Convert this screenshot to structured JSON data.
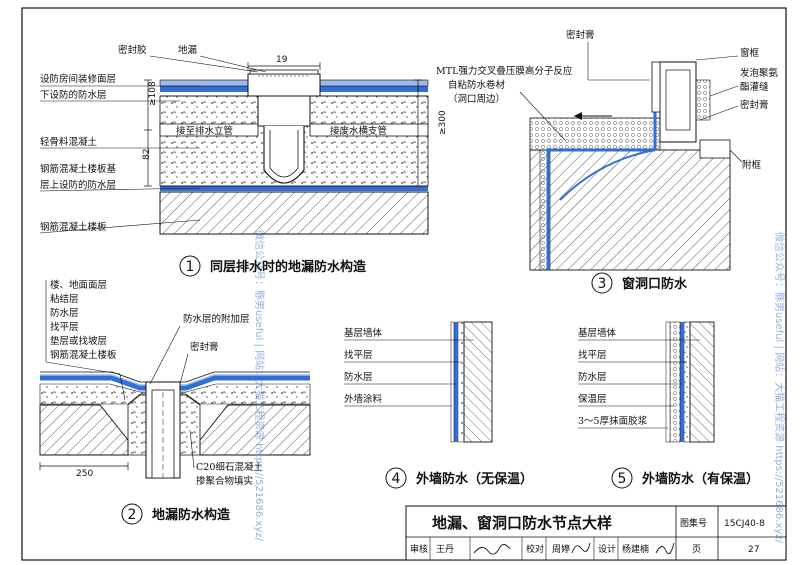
{
  "detail1": {
    "number": "1",
    "caption": "同层排水时的地漏防水构造",
    "labels": {
      "sealant": "密封胶",
      "floor_drain": "地漏",
      "waterproof_above": "设防房间装修面层",
      "waterproof_below": "下设防的防水层",
      "light_concrete": "轻骨料混凝土",
      "rc_slab_base": "钢筋混凝土楼板基",
      "layer_waterproof": "层上设防的防水层",
      "rc_slab": "钢筋混凝土楼板",
      "to_drain": "接至排水立管",
      "to_branch": "接废水横支管"
    },
    "dims": {
      "d19": "19",
      "d108": "≥108",
      "d82": "82",
      "d300": "≥300"
    }
  },
  "detail2": {
    "number": "2",
    "caption": "地漏防水构造",
    "labels": {
      "l1": "楼、地面面层",
      "l2": "粘结层",
      "l3": "防水层",
      "l4": "找平层",
      "l5": "垫层或找坡层",
      "l6": "钢筋混凝土楼板",
      "extra": "防水层的附加层",
      "sealant": "密封膏",
      "c20a": "C20细石混凝土",
      "c20b": "掺聚合物填实"
    },
    "dims": {
      "d250": "250"
    }
  },
  "detail3": {
    "number": "3",
    "caption": "窗洞口防水",
    "labels": {
      "sealant_top": "密封膏",
      "mtl1": "MTL强力交叉叠压膜高分子反应",
      "mtl2": "自粘防水卷材",
      "mtl3": "（洞口周边）",
      "frame": "窗框",
      "foam1": "发泡聚氨",
      "foam2": "酯灌缝",
      "sealant": "密封膏",
      "subframe": "附框"
    }
  },
  "detail4": {
    "number": "4",
    "caption": "外墙防水（无保温）",
    "labels": {
      "l1": "基层墙体",
      "l2": "找平层",
      "l3": "防水层",
      "l4": "外墙涂料"
    }
  },
  "detail5": {
    "number": "5",
    "caption": "外墙防水（有保温）",
    "labels": {
      "l1": "基层墙体",
      "l2": "找平层",
      "l3": "防水层",
      "l4": "保温层",
      "l5": "3～5厚抹面胶浆"
    }
  },
  "title_block": {
    "title": "地漏、窗洞口防水节点大样",
    "atlas_label": "图集号",
    "atlas_no": "15CJ40-8",
    "review_label": "审核",
    "reviewer": "王丹",
    "check_label": "校对",
    "checker": "周婷",
    "design_label": "设计",
    "designer": "杨建楠",
    "page_label": "页",
    "page_no": "27"
  },
  "watermark": {
    "left": "微信公众号：豚男useful | 网站：大猫工程资源 https://521686.xyz/",
    "right": "微信公众号：豚男useful | 网站：大猫工程资源 https://521686.xyz/"
  }
}
